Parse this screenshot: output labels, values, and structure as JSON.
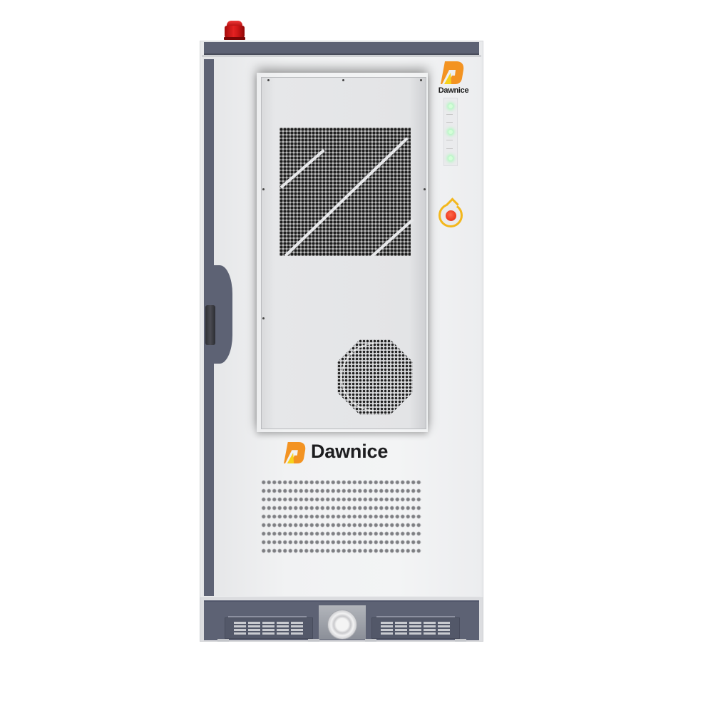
{
  "product": {
    "type": "outdoor energy storage cabinet",
    "brand_name": "Dawnice",
    "colors": {
      "body": "#e9eaec",
      "trim": "#5d6274",
      "brand_orange": "#f39322",
      "brand_yellow": "#f7d21c",
      "beacon_red": "#d91a1a",
      "estop_ring": "#f3b71c",
      "estop_button": "#ef3d22",
      "led_green": "#b8ffc2"
    }
  },
  "top_logo": {
    "icon": "dawnice-logo-icon",
    "text": "Dawnice"
  },
  "center_logo": {
    "icon": "dawnice-logo-icon",
    "text": "Dawnice"
  },
  "indicator_panel": {
    "leds": [
      {
        "state": "on"
      },
      {
        "state": "off"
      },
      {
        "state": "off"
      },
      {
        "state": "on"
      },
      {
        "state": "off"
      },
      {
        "state": "off"
      },
      {
        "state": "on"
      }
    ]
  },
  "controls": {
    "emergency_stop": {
      "icon": "emergency-stop-icon"
    },
    "beacon": {
      "icon": "alarm-beacon-icon"
    },
    "door_handle": {
      "icon": "door-handle-icon"
    }
  }
}
